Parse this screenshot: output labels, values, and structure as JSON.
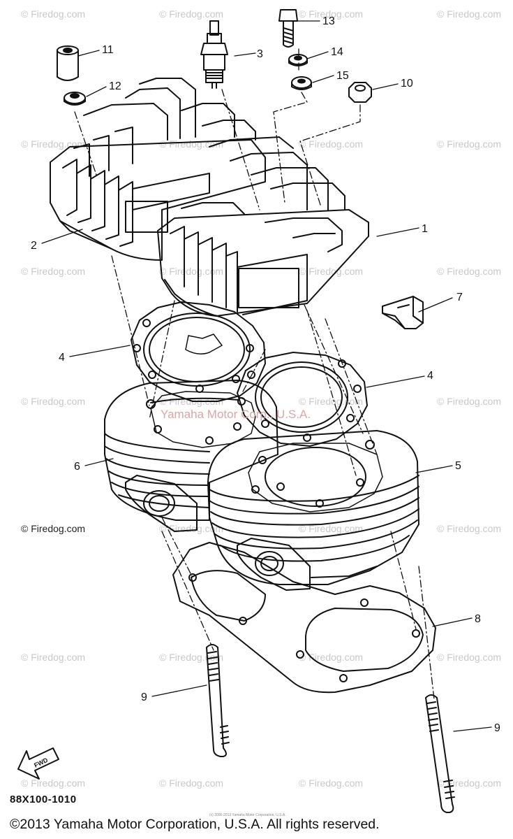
{
  "watermark": {
    "text": "© Firedog.com",
    "main_text": "© Firedog.com",
    "mid_text": "Yamaha Motor Corp., U.S.A."
  },
  "diagram_code": "88X100-1010",
  "copyright": "©2013 Yamaha Motor Corporation, U.S.A. All rights reserved.",
  "copyright_fine": "(c) 2000-2013 Yamaha Motor Corporation, U.S.A.",
  "fwd_label": "FWD",
  "callouts": [
    "1",
    "2",
    "3",
    "4",
    "4",
    "5",
    "6",
    "7",
    "8",
    "9",
    "9",
    "10",
    "11",
    "12",
    "13",
    "14",
    "15"
  ],
  "icons": {
    "fwd": "forward-arrow-icon"
  }
}
